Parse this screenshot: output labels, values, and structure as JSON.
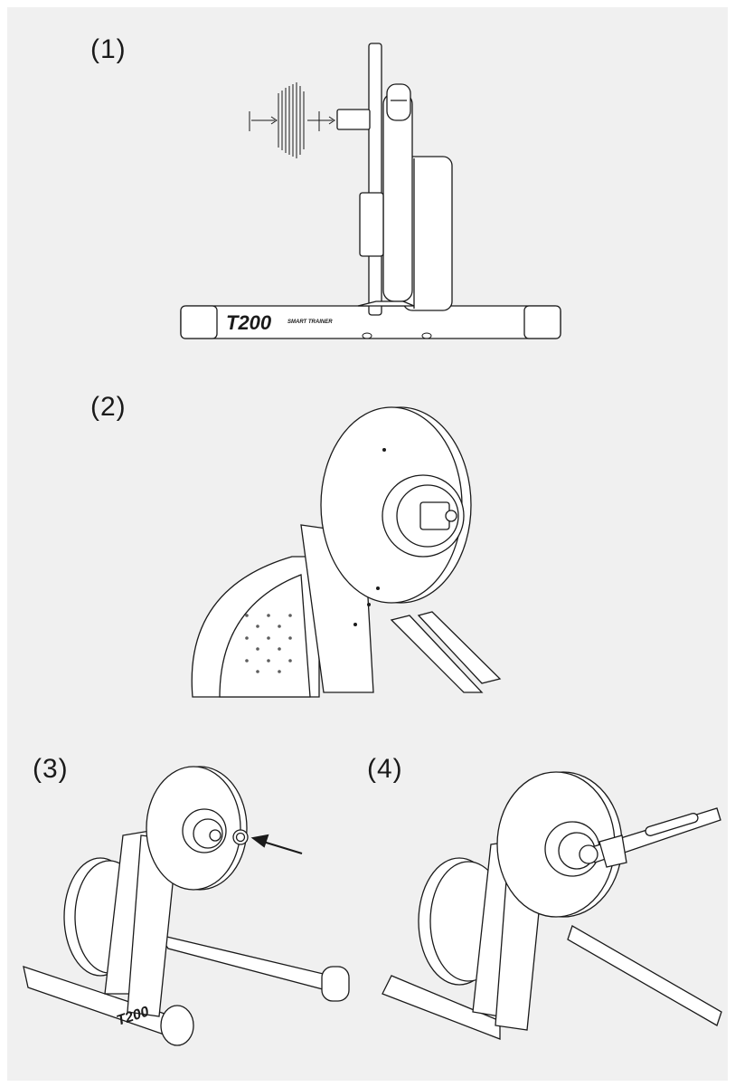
{
  "steps": [
    {
      "label": "(1)",
      "brand_text": "T200",
      "brand_sub": "SMART TRAINER"
    },
    {
      "label": "(2)"
    },
    {
      "label": "(3)",
      "brand_text": "T200"
    },
    {
      "label": "(4)"
    }
  ],
  "icons": {
    "step1": "trainer-side-view-icon",
    "step2": "freehub-closeup-icon",
    "step3": "spacer-ring-icon",
    "step4": "cassette-wrench-icon"
  },
  "colors": {
    "line": "#1a1a1a",
    "background": "#f0f0f0",
    "fill": "#ffffff"
  }
}
